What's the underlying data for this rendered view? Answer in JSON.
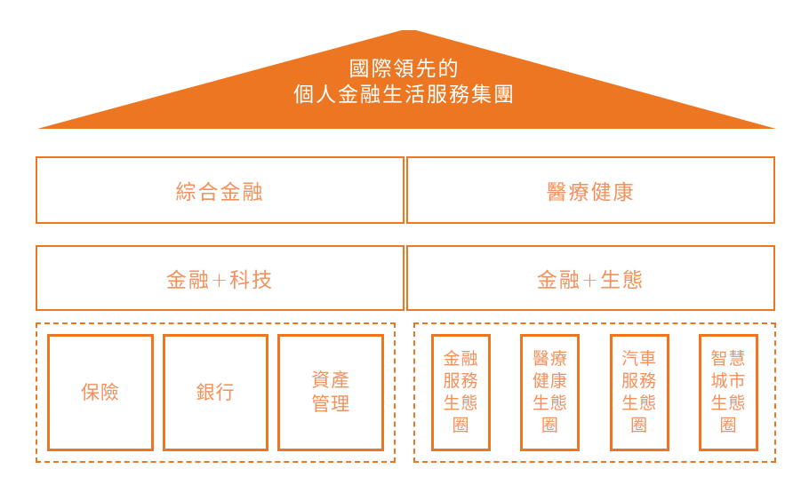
{
  "colors": {
    "brand_orange": "#ED7623",
    "label_orange": "#F2915C",
    "roof_text_white": "#FFFFFF"
  },
  "roof": {
    "line1": "國際領先的",
    "line2": "個人金融生活服務集團"
  },
  "tiers": {
    "tier1": {
      "left": "綜合金融",
      "right": "醫療健康"
    },
    "tier2": {
      "left": "金融+科技",
      "right": "金融+生態"
    }
  },
  "finance_group": {
    "items": [
      {
        "label": "保險"
      },
      {
        "label": "銀行"
      },
      {
        "label": "資產管理"
      }
    ]
  },
  "ecosystem_group": {
    "items": [
      {
        "label": "金融服務生態圈"
      },
      {
        "label": "醫療健康生態圈"
      },
      {
        "label": "汽車服務生態圈"
      },
      {
        "label": "智慧城市生態圈"
      }
    ]
  }
}
